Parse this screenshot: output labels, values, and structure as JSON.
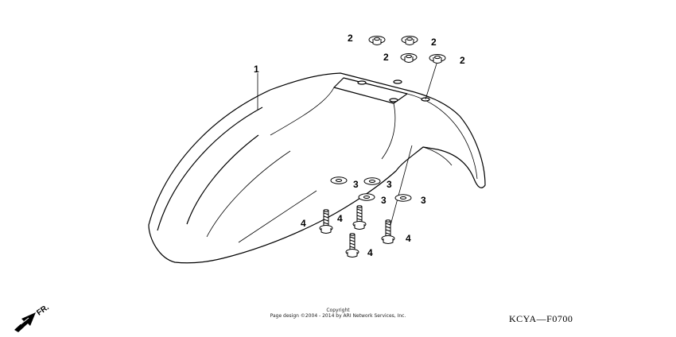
{
  "direction": {
    "label": "FR.",
    "icon": "front-arrow-icon"
  },
  "callouts": {
    "fender": "1",
    "nut_a": "2",
    "nut_b": "2",
    "nut_c": "2",
    "nut_d": "2",
    "washer_a": "3",
    "washer_b": "3",
    "washer_c": "3",
    "washer_d": "3",
    "bolt_a": "4",
    "bolt_b": "4",
    "bolt_c": "4",
    "bolt_d": "4"
  },
  "footer": {
    "copyright_line1": "Copyright",
    "copyright_line2": "Page design ©2004 - 2014 by ARI Network Services, Inc.",
    "diagram_code": "KCYA—F0700"
  }
}
